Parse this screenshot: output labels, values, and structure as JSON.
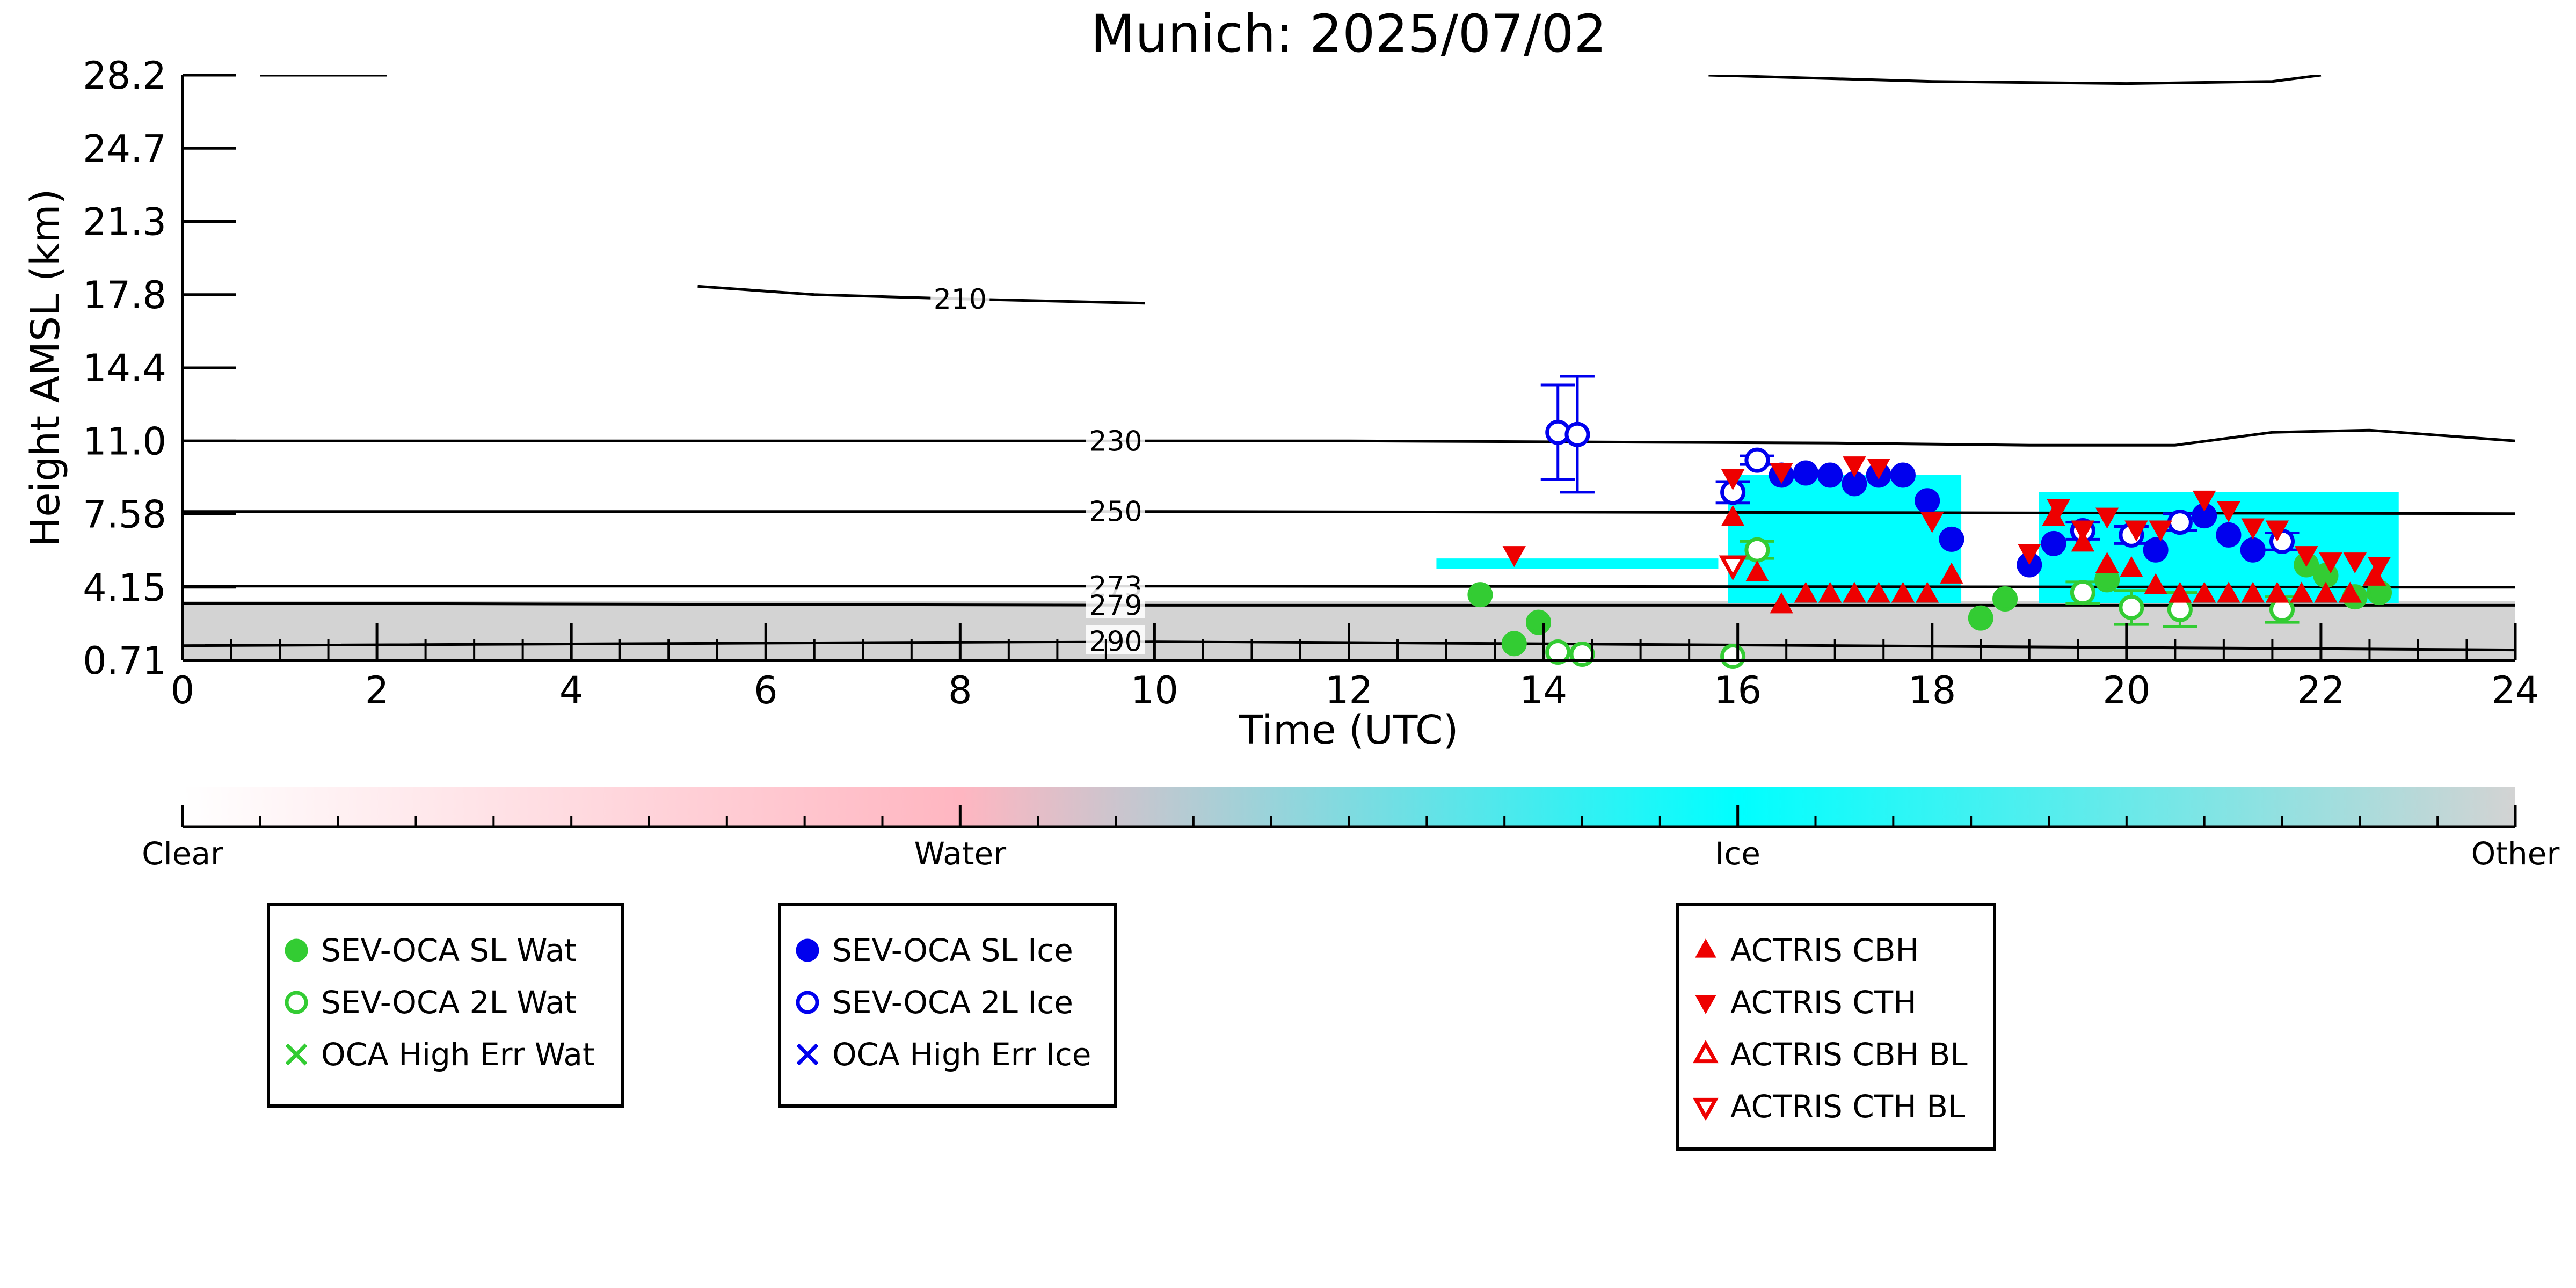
{
  "chart_data": {
    "type": "scatter",
    "title": "Munich: 2025/07/02",
    "xlabel": "Time (UTC)",
    "ylabel": "Height AMSL (km)",
    "xlim": [
      0,
      24
    ],
    "x_ticks": [
      "0",
      "2",
      "4",
      "6",
      "8",
      "10",
      "12",
      "14",
      "16",
      "18",
      "20",
      "22",
      "24"
    ],
    "y_ticks": [
      "0.71",
      "4.15",
      "7.58",
      "11.0",
      "14.4",
      "17.8",
      "21.3",
      "24.7",
      "28.2"
    ],
    "ylim": [
      0.71,
      28.2
    ],
    "background_field": {
      "type": "classification",
      "colorbar_labels": [
        "Clear",
        "Water",
        "Ice",
        "Other"
      ],
      "colors": {
        "clear": "#ffffff",
        "water": "#ffb6c1",
        "ice": "#00ffff",
        "other": "#d3d3d3"
      },
      "ice_regions": [
        {
          "x": [
            15.9,
            18.3
          ],
          "y": [
            3.4,
            9.4
          ]
        },
        {
          "x": [
            19.1,
            22.8
          ],
          "y": [
            3.4,
            8.6
          ]
        },
        {
          "x": [
            12.9,
            15.8
          ],
          "y": [
            5.0,
            5.5
          ]
        }
      ],
      "other_region": {
        "x": [
          0,
          24
        ],
        "y": [
          0.71,
          3.5
        ]
      }
    },
    "temperature_contours": [
      {
        "label": "210",
        "points": [
          [
            5.3,
            18.2
          ],
          [
            6.5,
            17.8
          ],
          [
            8.0,
            17.6
          ],
          [
            9.9,
            17.4
          ]
        ]
      },
      {
        "label": "230",
        "points": [
          [
            0,
            11.0
          ],
          [
            9.5,
            11.0
          ],
          [
            12.0,
            11.0
          ],
          [
            17.0,
            10.9
          ],
          [
            19.0,
            10.8
          ],
          [
            20.5,
            10.8
          ],
          [
            21.5,
            11.4
          ],
          [
            22.5,
            11.5
          ],
          [
            24,
            11.0
          ]
        ]
      },
      {
        "label": "250",
        "points": [
          [
            0,
            7.7
          ],
          [
            10,
            7.7
          ],
          [
            24,
            7.6
          ]
        ]
      },
      {
        "label": "273",
        "points": [
          [
            0,
            4.2
          ],
          [
            10,
            4.2
          ],
          [
            24,
            4.15
          ]
        ]
      },
      {
        "label": "279",
        "points": [
          [
            0,
            3.4
          ],
          [
            10,
            3.3
          ],
          [
            24,
            3.3
          ]
        ]
      },
      {
        "label": "290",
        "points": [
          [
            0,
            1.4
          ],
          [
            10,
            1.6
          ],
          [
            24,
            1.2
          ]
        ]
      },
      {
        "label": "",
        "points": [
          [
            0.8,
            28.2
          ],
          [
            2.1,
            28.2
          ]
        ]
      },
      {
        "label": "",
        "points": [
          [
            15.7,
            28.2
          ],
          [
            18.0,
            27.9
          ],
          [
            20.0,
            27.8
          ],
          [
            21.5,
            27.9
          ],
          [
            22.0,
            28.2
          ]
        ]
      }
    ],
    "series": [
      {
        "name": "SEV-OCA SL Wat",
        "marker": "filled-circle",
        "color": "#33cc33",
        "points": [
          [
            13.35,
            3.8
          ],
          [
            13.7,
            1.5
          ],
          [
            13.95,
            2.5
          ],
          [
            18.5,
            2.7
          ],
          [
            18.75,
            3.6
          ],
          [
            19.8,
            4.5
          ],
          [
            21.85,
            5.2
          ],
          [
            22.05,
            4.7
          ],
          [
            22.35,
            3.7
          ],
          [
            22.6,
            3.9
          ]
        ]
      },
      {
        "name": "SEV-OCA 2L Wat",
        "marker": "open-circle",
        "color": "#33cc33",
        "points": [
          [
            14.15,
            1.1
          ],
          [
            14.4,
            1.0
          ],
          [
            15.95,
            0.9
          ],
          [
            16.2,
            5.9
          ],
          [
            19.55,
            3.9
          ],
          [
            20.05,
            3.2
          ],
          [
            20.55,
            3.1
          ],
          [
            21.6,
            3.1
          ]
        ],
        "err": [
          0,
          0,
          0,
          0.4,
          0.5,
          0.8,
          0.8,
          0.6
        ]
      },
      {
        "name": "OCA High Err Wat",
        "marker": "x",
        "color": "#33cc33",
        "points": []
      },
      {
        "name": "SEV-OCA SL Ice",
        "marker": "filled-circle",
        "color": "#0000ee",
        "points": [
          [
            16.45,
            9.4
          ],
          [
            16.7,
            9.5
          ],
          [
            16.95,
            9.4
          ],
          [
            17.2,
            9.0
          ],
          [
            17.45,
            9.4
          ],
          [
            17.7,
            9.4
          ],
          [
            17.95,
            8.2
          ],
          [
            18.2,
            6.4
          ],
          [
            19.0,
            5.2
          ],
          [
            19.25,
            6.2
          ],
          [
            20.3,
            5.9
          ],
          [
            21.05,
            6.6
          ],
          [
            21.3,
            5.9
          ],
          [
            20.8,
            7.5
          ]
        ]
      },
      {
        "name": "SEV-OCA 2L Ice",
        "marker": "open-circle",
        "color": "#0000ee",
        "points": [
          [
            14.15,
            11.4
          ],
          [
            14.35,
            11.3
          ],
          [
            15.95,
            8.6
          ],
          [
            16.2,
            10.1
          ],
          [
            19.55,
            6.8
          ],
          [
            20.05,
            6.6
          ],
          [
            20.55,
            7.2
          ],
          [
            21.6,
            6.3
          ]
        ],
        "err": [
          2.2,
          2.7,
          0.5,
          0.2,
          0.4,
          0.4,
          0.4,
          0.4
        ]
      },
      {
        "name": "OCA High Err Ice",
        "marker": "x",
        "color": "#0000ee",
        "points": []
      },
      {
        "name": "ACTRIS CBH",
        "marker": "filled-triangle-up",
        "color": "#ee0000",
        "points": [
          [
            15.95,
            7.4
          ],
          [
            16.2,
            4.8
          ],
          [
            16.45,
            3.3
          ],
          [
            16.7,
            3.8
          ],
          [
            16.95,
            3.8
          ],
          [
            17.2,
            3.8
          ],
          [
            17.45,
            3.8
          ],
          [
            17.7,
            3.8
          ],
          [
            17.95,
            3.8
          ],
          [
            18.2,
            4.7
          ],
          [
            19.25,
            7.4
          ],
          [
            19.55,
            6.2
          ],
          [
            19.8,
            5.2
          ],
          [
            20.05,
            5.0
          ],
          [
            20.3,
            4.2
          ],
          [
            20.55,
            3.8
          ],
          [
            20.8,
            3.8
          ],
          [
            21.05,
            3.8
          ],
          [
            21.3,
            3.8
          ],
          [
            21.55,
            3.8
          ],
          [
            21.8,
            3.8
          ],
          [
            22.05,
            3.8
          ],
          [
            22.3,
            3.8
          ],
          [
            22.55,
            4.6
          ]
        ]
      },
      {
        "name": "ACTRIS CTH",
        "marker": "filled-triangle-down",
        "color": "#ee0000",
        "points": [
          [
            13.7,
            5.7
          ],
          [
            15.95,
            9.3
          ],
          [
            16.45,
            9.6
          ],
          [
            17.2,
            9.9
          ],
          [
            17.45,
            9.8
          ],
          [
            18.0,
            7.3
          ],
          [
            19.0,
            5.8
          ],
          [
            19.3,
            7.9
          ],
          [
            19.55,
            6.9
          ],
          [
            19.8,
            7.5
          ],
          [
            20.1,
            6.9
          ],
          [
            20.35,
            6.9
          ],
          [
            20.8,
            8.3
          ],
          [
            21.05,
            7.8
          ],
          [
            21.3,
            7.0
          ],
          [
            21.55,
            6.9
          ],
          [
            21.85,
            5.7
          ],
          [
            22.1,
            5.4
          ],
          [
            22.35,
            5.4
          ],
          [
            22.6,
            5.2
          ]
        ]
      },
      {
        "name": "ACTRIS CBH BL",
        "marker": "open-triangle-up",
        "color": "#ee0000",
        "points": []
      },
      {
        "name": "ACTRIS CTH BL",
        "marker": "open-triangle-down",
        "color": "#ee0000",
        "points": [
          [
            15.95,
            5.2
          ]
        ]
      }
    ],
    "legends": [
      {
        "placement": "bottom-left",
        "entries": [
          "SEV-OCA SL Wat",
          "SEV-OCA 2L Wat",
          "OCA High Err Wat"
        ]
      },
      {
        "placement": "bottom-center-left",
        "entries": [
          "SEV-OCA SL Ice",
          "SEV-OCA 2L Ice",
          "OCA High Err Ice"
        ]
      },
      {
        "placement": "bottom-center-right",
        "entries": [
          "ACTRIS CBH",
          "ACTRIS CTH",
          "ACTRIS CBH BL",
          "ACTRIS CTH BL"
        ]
      }
    ],
    "grid": false
  }
}
